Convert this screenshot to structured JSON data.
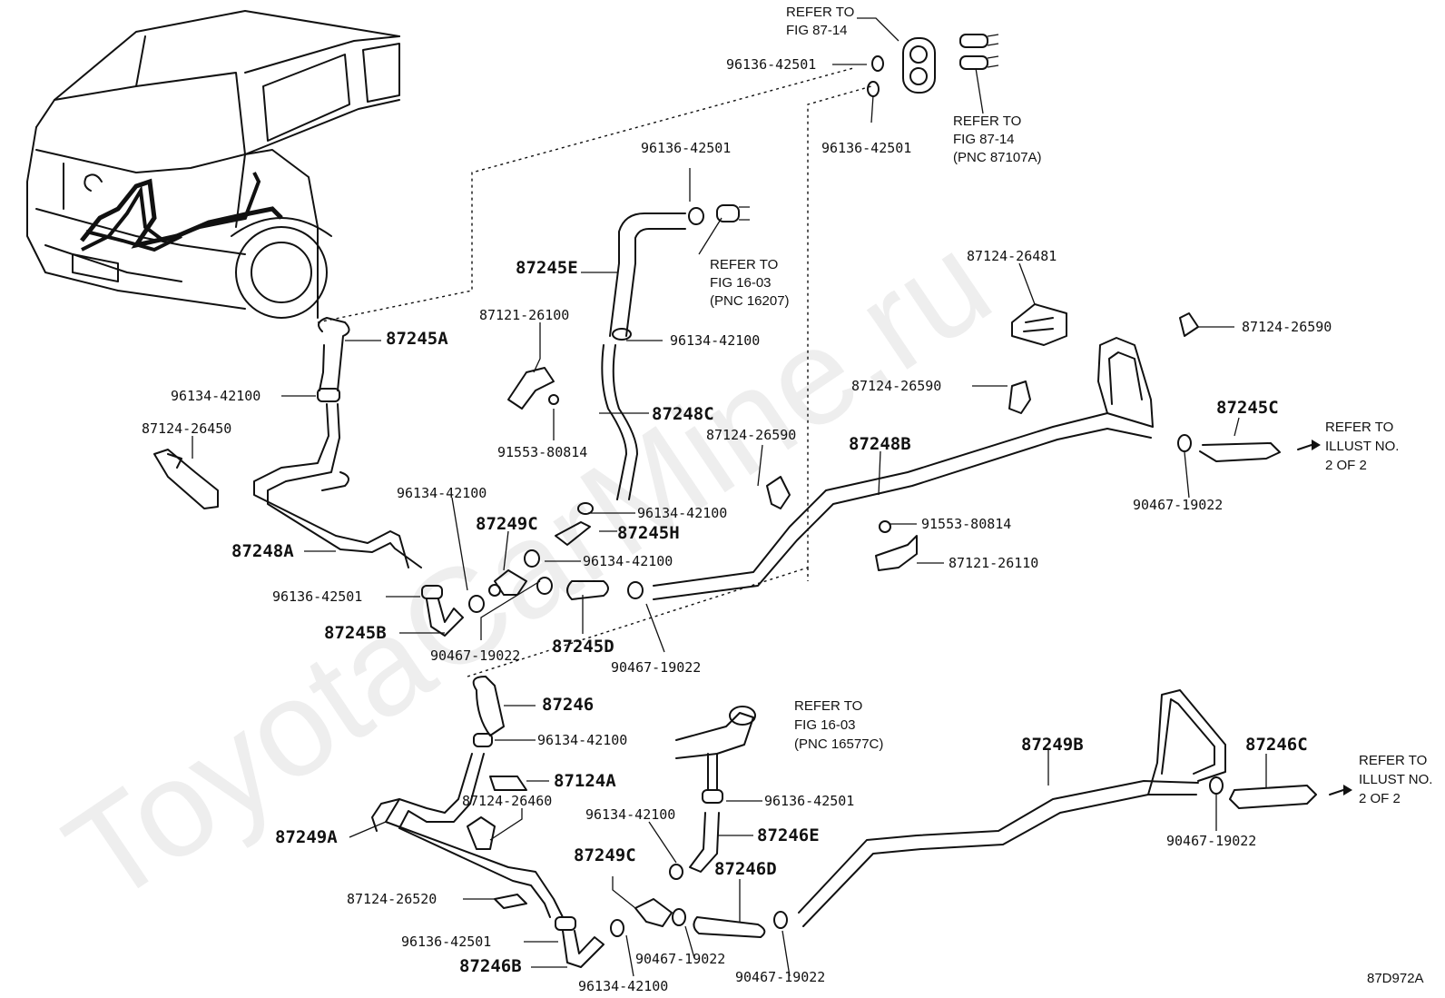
{
  "watermark": "ToyotaCarMine.ru",
  "diagram_code": "87D972A",
  "labels": {
    "p96136_42501_top": "96136-42501",
    "p96136_42501_topb": "96136-42501",
    "p96136_42501_mid": "96136-42501",
    "p87245E": "87245E",
    "p87121_26100": "87121-26100",
    "p96134_42100_a": "96134-42100",
    "p87245A": "87245A",
    "p96134_42100_b": "96134-42100",
    "p87124_26450": "87124-26450",
    "p87248C": "87248C",
    "p91553_80814_a": "91553-80814",
    "p87124_26590_a": "87124-26590",
    "p87124_26481": "87124-26481",
    "p87124_26590_b": "87124-26590",
    "p87124_26590_c": "87124-26590",
    "p87245C": "87245C",
    "p87248B": "87248B",
    "p90467_19022_a": "90467-19022",
    "p96134_42100_c": "96134-42100",
    "p96134_42100_d": "96134-42100",
    "p87249C_a": "87249C",
    "p87245H": "87245H",
    "p96134_42100_e": "96134-42100",
    "p91553_80814_b": "91553-80814",
    "p87121_26110": "87121-26110",
    "p87248A": "87248A",
    "p96136_42501_b": "96136-42501",
    "p87245B": "87245B",
    "p90467_19022_b": "90467-19022",
    "p87245D": "87245D",
    "p90467_19022_c": "90467-19022",
    "p87246": "87246",
    "p96134_42100_f": "96134-42100",
    "p87124A": "87124A",
    "p87124_26460": "87124-26460",
    "p87249A": "87249A",
    "p96134_42100_g": "96134-42100",
    "p96136_42501_c": "96136-42501",
    "p87246E": "87246E",
    "p87249C_b": "87249C",
    "p87246D": "87246D",
    "p87124_26520": "87124-26520",
    "p96136_42501_d": "96136-42501",
    "p87246B": "87246B",
    "p96134_42100_h": "96134-42100",
    "p90467_19022_d": "90467-19022",
    "p90467_19022_e": "90467-19022",
    "p87249B": "87249B",
    "p87246C": "87246C",
    "p90467_19022_f": "90467-19022"
  },
  "refs": {
    "r1": [
      "REFER TO",
      "FIG 87-14"
    ],
    "r2": [
      "REFER TO",
      "FIG 87-14",
      "(PNC 87107A)"
    ],
    "r3": [
      "REFER TO",
      "FIG 16-03",
      "(PNC 16207)"
    ],
    "r4": [
      "REFER TO",
      "ILLUST NO.",
      "2 OF 2"
    ],
    "r5": [
      "REFER TO",
      "FIG 16-03",
      "(PNC 16577C)"
    ],
    "r6": [
      "REFER TO",
      "ILLUST NO.",
      "2 OF 2"
    ]
  }
}
